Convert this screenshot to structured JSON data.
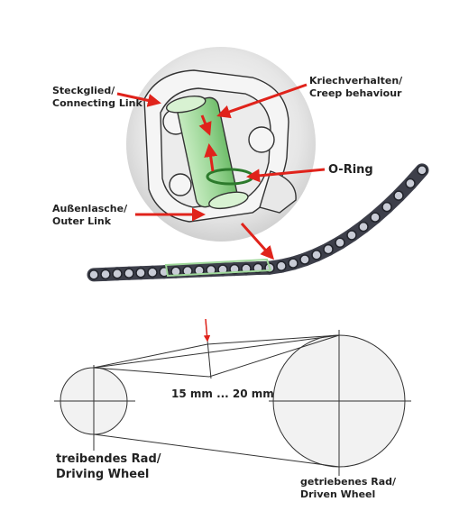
{
  "labels": {
    "connecting_link": [
      "Steckglied/",
      "Connecting Link"
    ],
    "creep": [
      "Kriechverhalten/",
      "Creep behaviour"
    ],
    "oring": "O-Ring",
    "outer_link": [
      "Außenlasche/",
      "Outer Link"
    ],
    "sag": "15 mm ... 20 mm",
    "driving": [
      "treibendes Rad/",
      "Driving Wheel"
    ],
    "driven": [
      "getriebenes Rad/",
      "Driven Wheel"
    ]
  },
  "colors": {
    "arrow": "#e0231b",
    "line": "#333333",
    "chain": "#3d3f4a",
    "pin_highlight": "#9fd89a"
  }
}
